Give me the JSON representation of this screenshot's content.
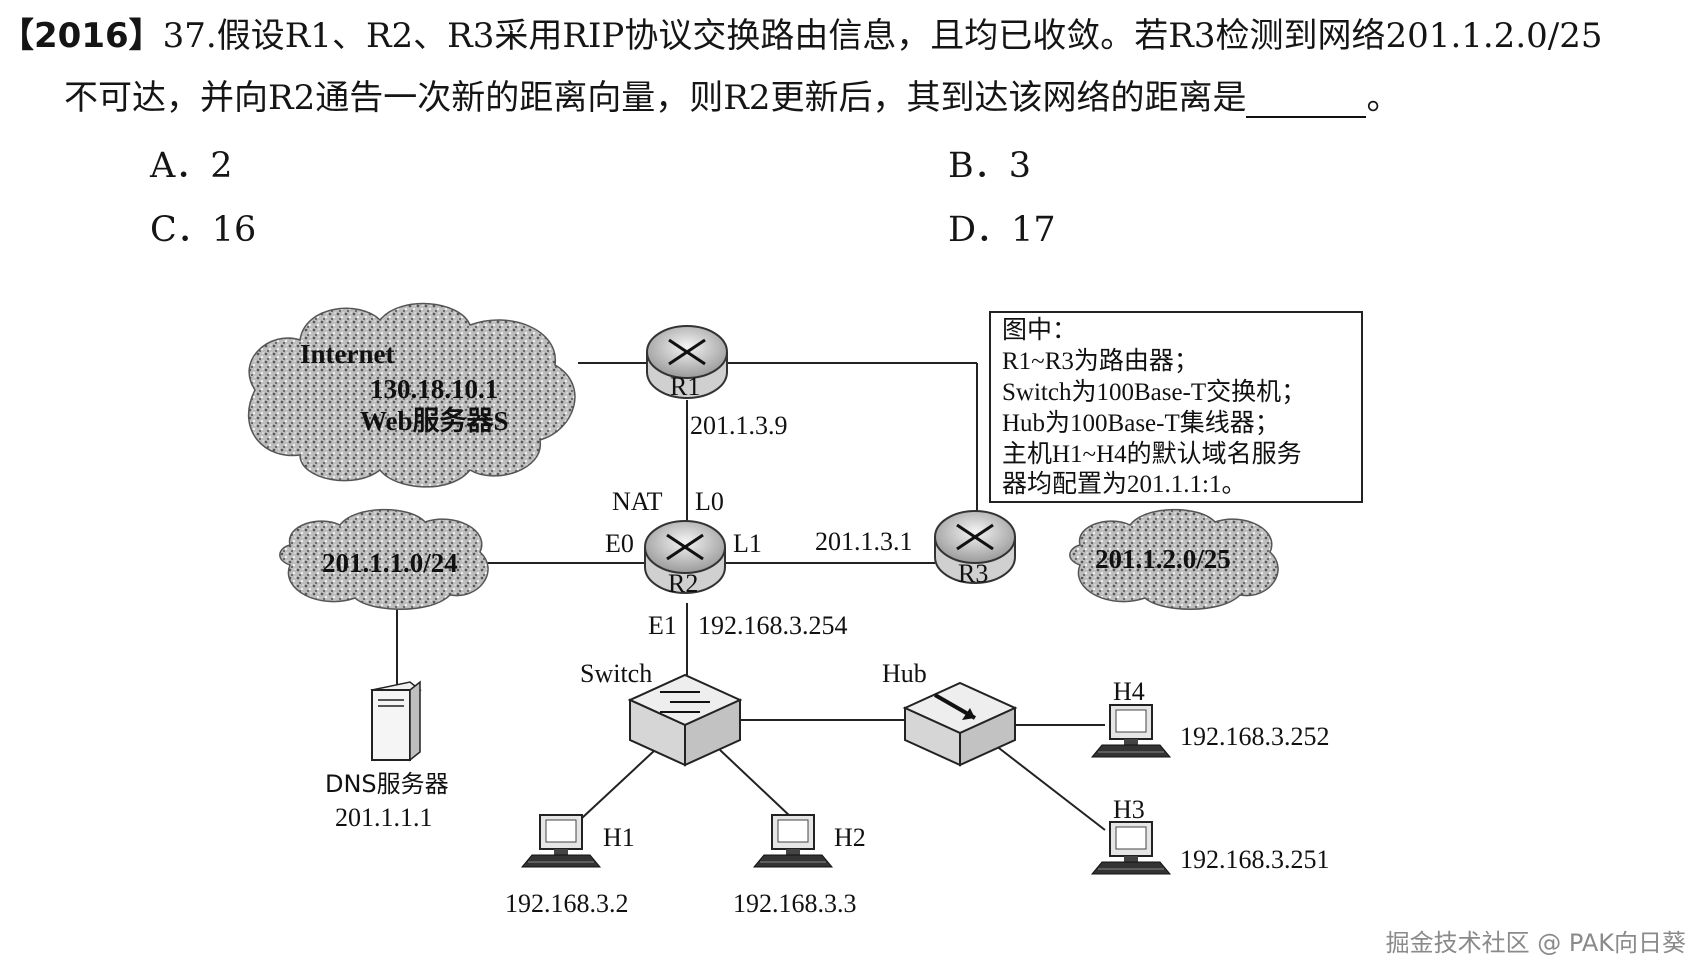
{
  "question": {
    "year_tag": "【2016】",
    "line1": "37.假设R1、R2、R3采用RIP协议交换路由信息，且均已收敛。若R3检测到网络201.1.2.0/25",
    "line2_before_blank": "不可达，并向R2通告一次新的距离向量，则R2更新后，其到达该网络的距离是",
    "line2_after_blank": "。"
  },
  "options": [
    {
      "letter": "A．",
      "value": "2"
    },
    {
      "letter": "B．",
      "value": "3"
    },
    {
      "letter": "C．",
      "value": "16"
    },
    {
      "letter": "D．",
      "value": "17"
    }
  ],
  "diagram": {
    "internet_cloud": {
      "line1": "Internet",
      "line2": "130.18.10.1",
      "line3": "Web服务器S"
    },
    "net_left_cloud": "201.1.1.0/24",
    "net_right_cloud": "201.1.2.0/25",
    "routers": {
      "r1": "R1",
      "r2": "R2",
      "r3": "R3"
    },
    "r1_ip": "201.1.3.9",
    "r2_interfaces": {
      "nat": "NAT",
      "l0": "L0",
      "e0": "E0",
      "l1": "L1",
      "e1": "E1"
    },
    "r3_ip": "201.1.3.1",
    "e1_ip": "192.168.3.254",
    "switch_label": "Switch",
    "hub_label": "Hub",
    "dns": {
      "label": "DNS服务器",
      "ip": "201.1.1.1"
    },
    "hosts": [
      {
        "name": "H1",
        "ip": "192.168.3.2"
      },
      {
        "name": "H2",
        "ip": "192.168.3.3"
      },
      {
        "name": "H3",
        "ip": "192.168.3.251"
      },
      {
        "name": "H4",
        "ip": "192.168.3.252"
      }
    ],
    "legend": [
      "图中：",
      "R1~R3为路由器；",
      "Switch为100Base-T交换机；",
      "Hub为100Base-T集线器；",
      "主机H1~H4的默认域名服务",
      "器均配置为201.1.1:1。"
    ]
  },
  "watermark": "掘金技术社区 @ PAK向日葵"
}
